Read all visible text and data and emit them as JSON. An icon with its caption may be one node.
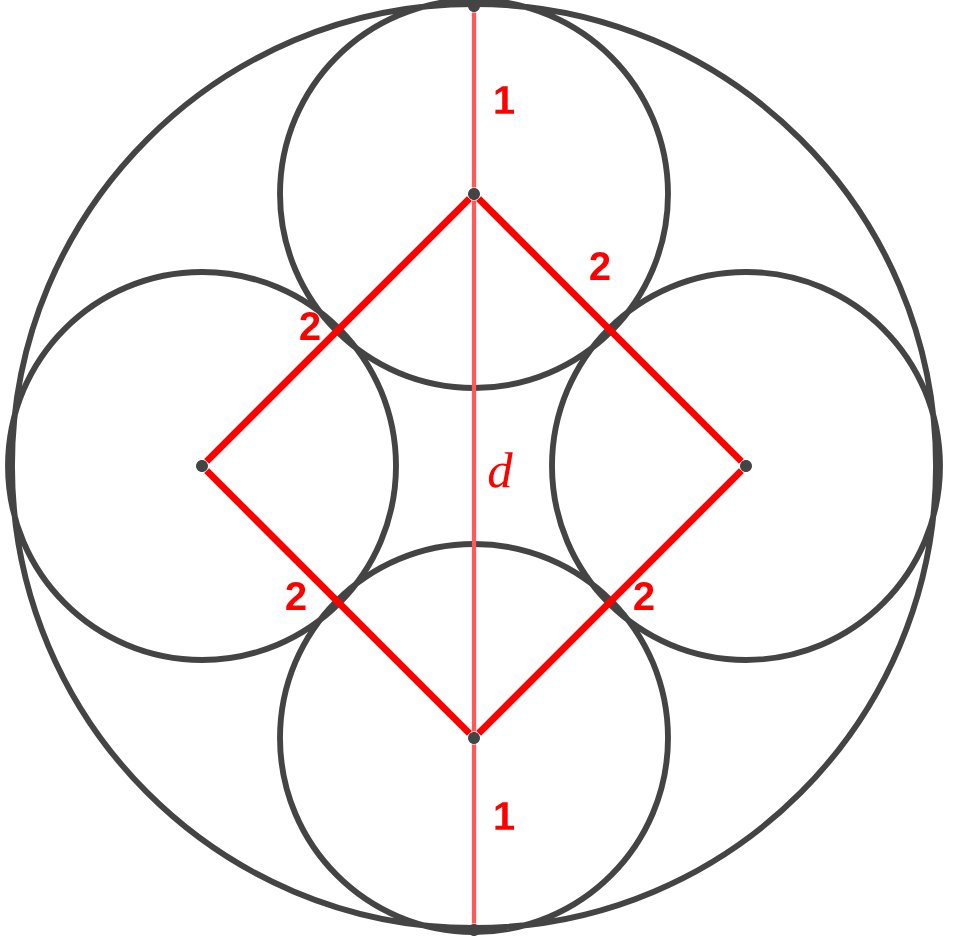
{
  "diagram": {
    "nodes": [
      {
        "text": [],
        "shape": "circle"
      },
      {
        "text": [],
        "shape": "circle"
      },
      {
        "text": [],
        "shape": "circle"
      },
      {
        "text": [],
        "shape": "circle"
      },
      {
        "text": [],
        "shape": "circle"
      },
      {
        "text": [],
        "shape": "circle"
      }
    ],
    "edges": [
      {
        "from": 0,
        "to": 1,
        "arrow": "none",
        "label": "1",
        "color": "#ff5a5a"
      },
      {
        "from": 1,
        "to": 2,
        "arrow": "none",
        "label": "2"
      },
      {
        "from": 1,
        "to": 3,
        "arrow": "none",
        "label": "2"
      },
      {
        "from": 1,
        "to": 4,
        "arrow": "none",
        "label": "d",
        "color": "#ff5a5a"
      },
      {
        "from": 2,
        "to": 4,
        "arrow": "none",
        "label": "2"
      },
      {
        "from": 3,
        "to": 4,
        "arrow": "none",
        "label": "2"
      },
      {
        "from": 4,
        "to": 5,
        "arrow": "none",
        "label": "1",
        "color": "#ff5a5a"
      }
    ]
  }
}
